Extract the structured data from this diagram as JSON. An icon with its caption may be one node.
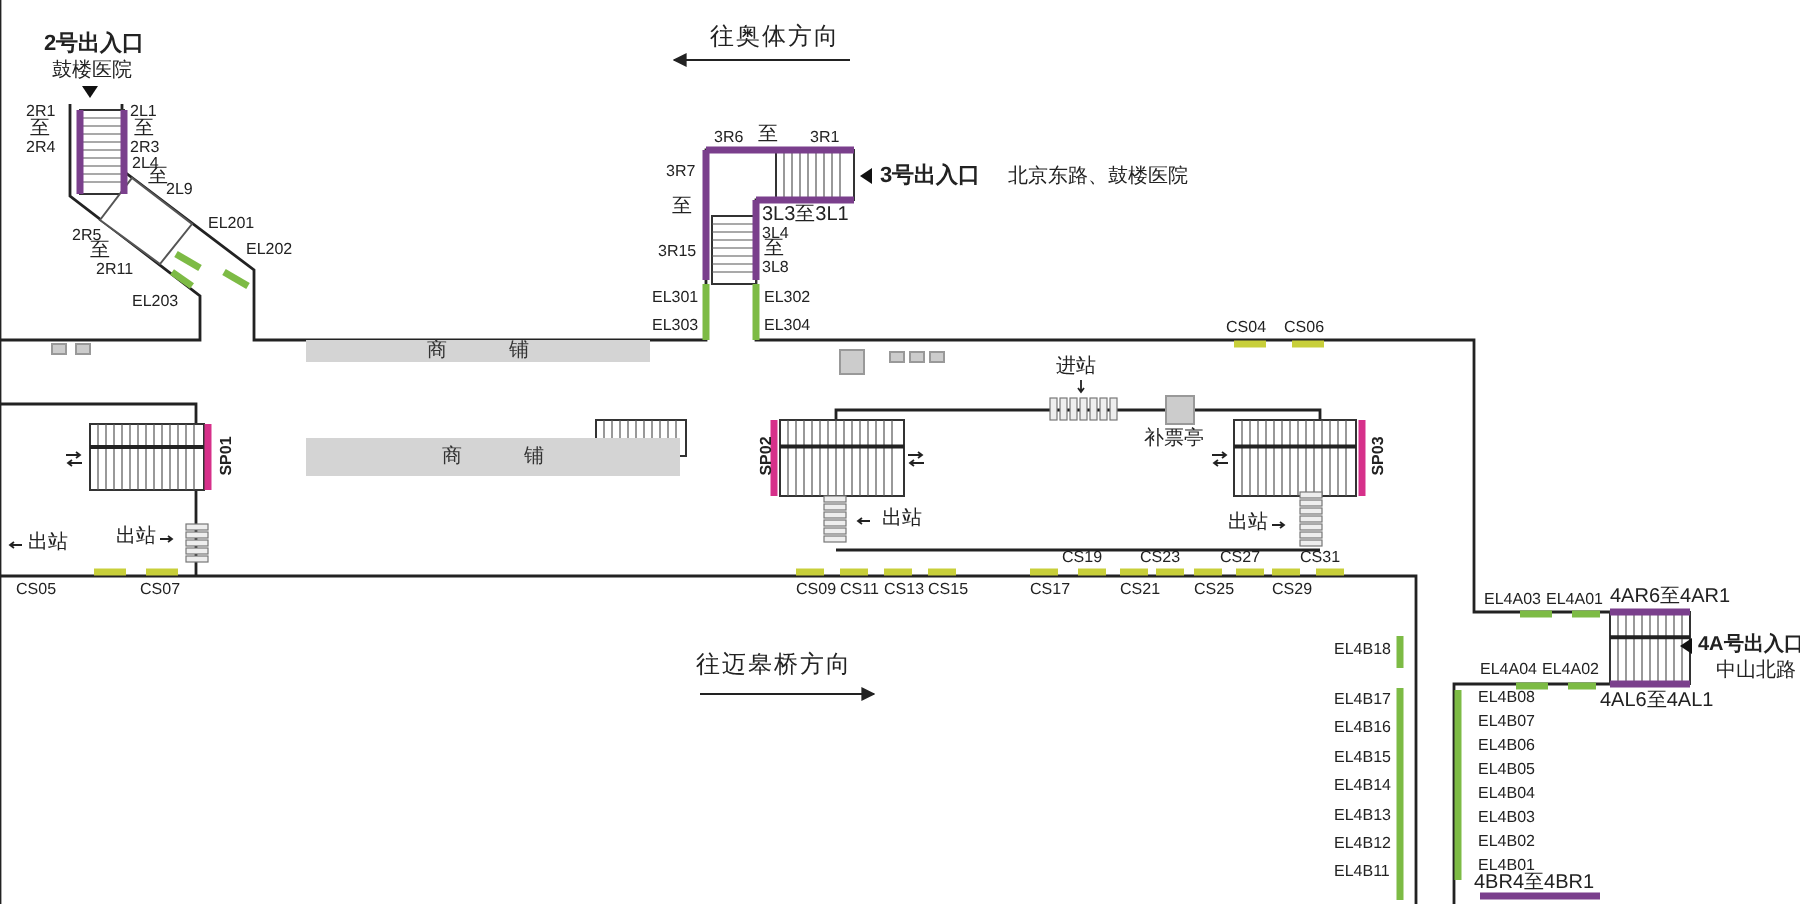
{
  "diagram": {
    "nodes": [
      {
        "text": [
          "商 铺"
        ]
      },
      {
        "text": [
          "商 铺"
        ]
      }
    ],
    "labels": [
      "2号出入口",
      "往奥体方向",
      "鼓楼医院",
      "2R1",
      "至",
      "2R4",
      "2L1",
      "至",
      "2R3",
      "2L4",
      "至",
      "2L9",
      "EL201",
      "EL202",
      "2R5",
      "至",
      "2R11",
      "EL203",
      "3R6",
      "至",
      "3R1",
      "3R7",
      "3号出入口",
      "北京东路、鼓楼医院",
      "至",
      "3L3至3L1",
      "3L4",
      "至",
      "3L8",
      "3R15",
      "EL301",
      "EL302",
      "EL303",
      "EL304",
      "CS04",
      "CS06",
      "进站",
      "补票亭",
      "SP01",
      "SP02",
      "SP03",
      "出站",
      "出站",
      "出站",
      "出站",
      "CS19",
      "CS23",
      "CS27",
      "CS31",
      "CS05",
      "CS07",
      "CS09",
      "CS11",
      "CS13",
      "CS15",
      "CS17",
      "CS21",
      "CS25",
      "CS29",
      "往迈皋桥方向",
      "EL4A03",
      "EL4A01",
      "4AR6至4AR1",
      "4A号出入口",
      "中山北路",
      "EL4A04",
      "EL4A02",
      "4AL6至4AL1",
      "EL4B18",
      "EL4B17",
      "EL4B16",
      "EL4B15",
      "EL4B14",
      "EL4B13",
      "EL4B12",
      "EL4B11",
      "EL4B08",
      "EL4B07",
      "EL4B06",
      "EL4B05",
      "EL4B04",
      "EL4B03",
      "EL4B02",
      "EL4B01",
      "4BR4至4BR1"
    ]
  }
}
